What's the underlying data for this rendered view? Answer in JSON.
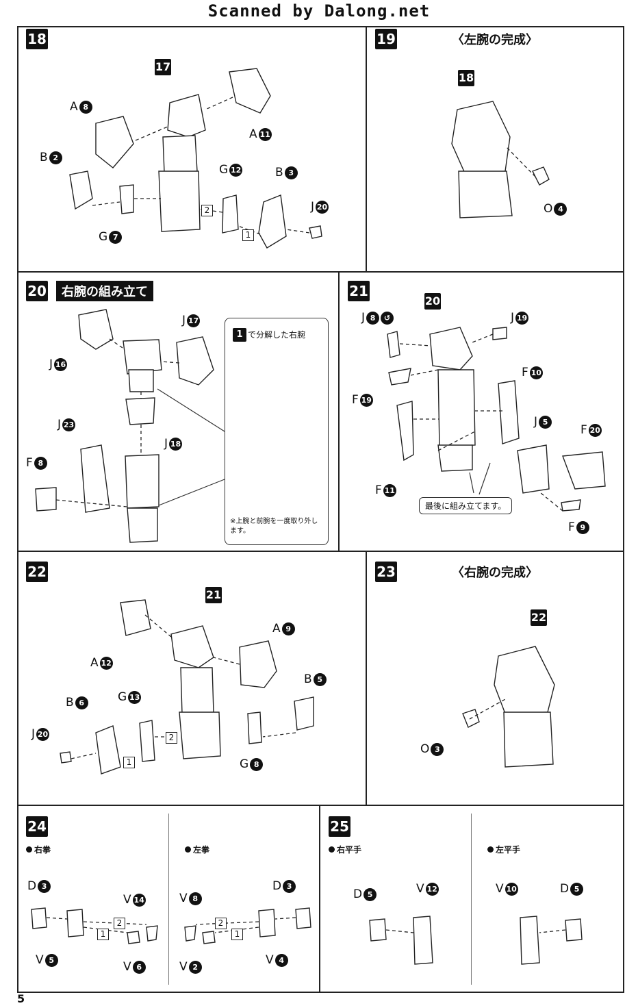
{
  "watermark": "Scanned by Dalong.net",
  "page_number": "5",
  "steps": {
    "s18": {
      "no": "18",
      "ref": "17",
      "labels": [
        {
          "r": "A",
          "n": "8"
        },
        {
          "r": "A",
          "n": "11"
        },
        {
          "r": "B",
          "n": "2"
        },
        {
          "r": "G",
          "n": "12"
        },
        {
          "r": "B",
          "n": "3"
        },
        {
          "r": "J",
          "n": "20"
        },
        {
          "r": "G",
          "n": "7"
        }
      ],
      "order": [
        "2",
        "1"
      ]
    },
    "s19": {
      "no": "19",
      "title": "〈左腕の完成〉",
      "ref": "18",
      "labels": [
        {
          "r": "O",
          "n": "4"
        }
      ]
    },
    "s20": {
      "no": "20",
      "title": "右腕の組み立て",
      "labels": [
        {
          "r": "J",
          "n": "16"
        },
        {
          "r": "J",
          "n": "17"
        },
        {
          "r": "J",
          "n": "18"
        },
        {
          "r": "J",
          "n": "23"
        },
        {
          "r": "F",
          "n": "8"
        }
      ],
      "callout_ref": "1",
      "callout_title": "で分解した右腕",
      "callout_note": "※上腕と前腕を一度取り外します。"
    },
    "s21": {
      "no": "21",
      "ref": "20",
      "labels": [
        {
          "r": "J",
          "n": "8"
        },
        {
          "r": "J",
          "n": "19"
        },
        {
          "r": "F",
          "n": "19"
        },
        {
          "r": "F",
          "n": "10"
        },
        {
          "r": "J",
          "n": "5"
        },
        {
          "r": "F",
          "n": "20"
        },
        {
          "r": "F",
          "n": "11"
        },
        {
          "r": "F",
          "n": "9"
        }
      ],
      "note": "最後に組み立てます。"
    },
    "s22": {
      "no": "22",
      "ref": "21",
      "labels": [
        {
          "r": "A",
          "n": "12"
        },
        {
          "r": "A",
          "n": "9"
        },
        {
          "r": "B",
          "n": "5"
        },
        {
          "r": "B",
          "n": "6"
        },
        {
          "r": "G",
          "n": "13"
        },
        {
          "r": "J",
          "n": "20"
        },
        {
          "r": "G",
          "n": "8"
        }
      ],
      "order": [
        "2",
        "1"
      ]
    },
    "s23": {
      "no": "23",
      "title": "〈右腕の完成〉",
      "ref": "22",
      "labels": [
        {
          "r": "O",
          "n": "3"
        }
      ]
    },
    "s24": {
      "no": "24",
      "right_fist": {
        "sub": "右拳",
        "labels": [
          {
            "r": "D",
            "n": "3"
          },
          {
            "r": "V",
            "n": "14"
          },
          {
            "r": "V",
            "n": "5"
          },
          {
            "r": "V",
            "n": "6"
          }
        ]
      },
      "left_fist": {
        "sub": "左拳",
        "labels": [
          {
            "r": "V",
            "n": "8"
          },
          {
            "r": "D",
            "n": "3"
          },
          {
            "r": "V",
            "n": "2"
          },
          {
            "r": "V",
            "n": "4"
          }
        ]
      },
      "order": [
        "2",
        "1"
      ]
    },
    "s25": {
      "no": "25",
      "right_open": {
        "sub": "右平手",
        "labels": [
          {
            "r": "D",
            "n": "5"
          },
          {
            "r": "V",
            "n": "12"
          }
        ]
      },
      "left_open": {
        "sub": "左平手",
        "labels": [
          {
            "r": "V",
            "n": "10"
          },
          {
            "r": "D",
            "n": "5"
          }
        ]
      }
    }
  }
}
